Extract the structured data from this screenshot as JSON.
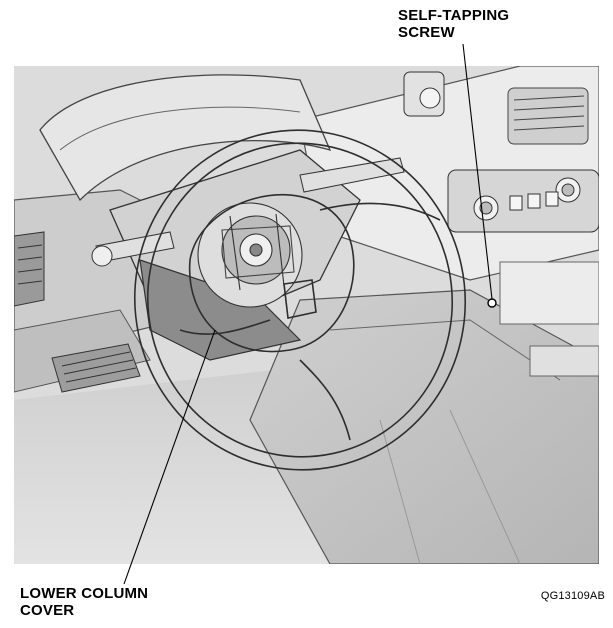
{
  "labels": {
    "self_tapping_screw": [
      "SELF-TAPPING",
      "SCREW"
    ],
    "lower_column_cover": [
      "LOWER COLUMN",
      "COVER"
    ]
  },
  "figure_id": "QG13109AB",
  "colors": {
    "background": "#ffffff",
    "scene_fill": "#d9d9d9",
    "panel_light": "#efefef",
    "panel_mid": "#c4c4c4",
    "panel_dark": "#8a8a8a",
    "outline": "#3a3a3a",
    "leader_line": "#000000"
  }
}
